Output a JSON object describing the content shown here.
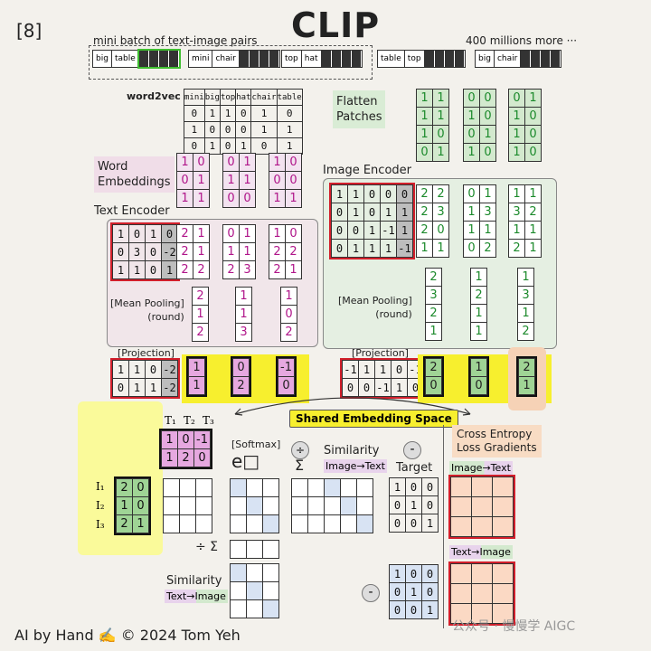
{
  "header": {
    "page_num": "[8]",
    "title": "CLIP"
  },
  "batch": {
    "label": "mini batch of text-image pairs",
    "more_label": "400 millions more ···",
    "pairs": [
      [
        "big",
        "table"
      ],
      [
        "mini",
        "chair"
      ],
      [
        "top",
        "hat"
      ],
      [
        "table",
        "top"
      ],
      [
        "big",
        "chair"
      ]
    ]
  },
  "word2vec": {
    "label": "word2vec",
    "words": [
      "mini",
      "big",
      "top",
      "hat",
      "chair",
      "table"
    ],
    "rows": [
      [
        "0",
        "1",
        "1",
        "0",
        "1",
        "0"
      ],
      [
        "1",
        "0",
        "0",
        "0",
        "1",
        "1"
      ],
      [
        "0",
        "1",
        "0",
        "1",
        "0",
        "1"
      ]
    ]
  },
  "flatten": {
    "label": "Flatten\nPatches",
    "patches": [
      [
        [
          "1",
          "1"
        ],
        [
          "1",
          "1"
        ],
        [
          "1",
          "0"
        ],
        [
          "0",
          "1"
        ]
      ],
      [
        [
          "0",
          "0"
        ],
        [
          "1",
          "0"
        ],
        [
          "0",
          "1"
        ],
        [
          "1",
          "0"
        ]
      ],
      [
        [
          "0",
          "1"
        ],
        [
          "1",
          "0"
        ],
        [
          "1",
          "0"
        ],
        [
          "1",
          "0"
        ]
      ]
    ]
  },
  "word_embeddings": {
    "label": "Word\nEmbeddings",
    "mats": [
      [
        [
          "1",
          "0"
        ],
        [
          "0",
          "1"
        ],
        [
          "1",
          "1"
        ]
      ],
      [
        [
          "0",
          "1"
        ],
        [
          "1",
          "1"
        ],
        [
          "0",
          "0"
        ]
      ],
      [
        [
          "1",
          "0"
        ],
        [
          "0",
          "0"
        ],
        [
          "1",
          "1"
        ]
      ]
    ]
  },
  "image_encoder": {
    "label": "Image Encoder",
    "weights": [
      [
        "1",
        "1",
        "0",
        "0",
        "0"
      ],
      [
        "0",
        "1",
        "0",
        "1",
        "1"
      ],
      [
        "0",
        "0",
        "1",
        "-1",
        "1"
      ],
      [
        "0",
        "1",
        "1",
        "1",
        "-1"
      ]
    ],
    "outputs": [
      [
        [
          "2",
          "2"
        ],
        [
          "2",
          "3"
        ],
        [
          "2",
          "0"
        ],
        [
          "1",
          "1"
        ]
      ],
      [
        [
          "0",
          "1"
        ],
        [
          "1",
          "3"
        ],
        [
          "1",
          "1"
        ],
        [
          "0",
          "2"
        ]
      ],
      [
        [
          "1",
          "1"
        ],
        [
          "3",
          "2"
        ],
        [
          "1",
          "1"
        ],
        [
          "2",
          "1"
        ]
      ]
    ],
    "pooling_label": "[Mean Pooling]\n(round)",
    "pooled": [
      [
        "2",
        "3",
        "2",
        "1"
      ],
      [
        "1",
        "2",
        "1",
        "1"
      ],
      [
        "1",
        "3",
        "1",
        "2"
      ]
    ]
  },
  "text_encoder": {
    "label": "Text Encoder",
    "weights": [
      [
        "1",
        "0",
        "1",
        "0"
      ],
      [
        "0",
        "3",
        "0",
        "-2"
      ],
      [
        "1",
        "1",
        "0",
        "1"
      ]
    ],
    "outputs": [
      [
        [
          "2",
          "1"
        ],
        [
          "2",
          "1"
        ],
        [
          "2",
          "2"
        ]
      ],
      [
        [
          "0",
          "1"
        ],
        [
          "1",
          "1"
        ],
        [
          "2",
          "3"
        ]
      ],
      [
        [
          "1",
          "0"
        ],
        [
          "2",
          "2"
        ],
        [
          "2",
          "1"
        ]
      ]
    ],
    "pooling_label": "[Mean Pooling]\n(round)",
    "pooled": [
      [
        "2",
        "1",
        "2"
      ],
      [
        "1",
        "1",
        "3"
      ],
      [
        "1",
        "0",
        "2"
      ]
    ]
  },
  "projection": {
    "label": "[Projection]",
    "text_w": [
      [
        "1",
        "1",
        "0",
        "-2"
      ],
      [
        "0",
        "1",
        "1",
        "-2"
      ]
    ],
    "image_w": [
      [
        "-1",
        "1",
        "1",
        "0",
        "-1"
      ],
      [
        "0",
        "0",
        "-1",
        "1",
        "0"
      ]
    ],
    "text_emb": [
      [
        "1",
        "1"
      ],
      [
        "0",
        "2"
      ],
      [
        "-1",
        "0"
      ]
    ],
    "image_emb": [
      [
        "2",
        "0"
      ],
      [
        "1",
        "0"
      ],
      [
        "2",
        "1"
      ]
    ],
    "ones": "1"
  },
  "shared": {
    "label": "Shared Embedding Space"
  },
  "T": {
    "headers": [
      "T₁",
      "T₂",
      "T₃"
    ],
    "rows": [
      [
        "1",
        "0",
        "-1"
      ],
      [
        "1",
        "2",
        "0"
      ]
    ]
  },
  "I": {
    "labels": [
      "I₁",
      "I₂",
      "I₃"
    ],
    "rows": [
      [
        "2",
        "0"
      ],
      [
        "1",
        "0"
      ],
      [
        "2",
        "1"
      ]
    ]
  },
  "ops": {
    "softmax": "[Softmax]",
    "exp": "e□",
    "div": "÷",
    "sum": "Σ",
    "div_sum": "÷ Σ",
    "minus": "-"
  },
  "similarity_i2t": {
    "title": "Similarity",
    "tag": "Image→Text"
  },
  "similarity_t2i": {
    "title": "Similarity",
    "tag": "Text→Image"
  },
  "target": {
    "label": "Target",
    "rows": [
      [
        "1",
        "0",
        "0"
      ],
      [
        "0",
        "1",
        "0"
      ],
      [
        "0",
        "0",
        "1"
      ]
    ]
  },
  "ce": {
    "label": "Cross Entropy\nLoss Gradients",
    "tag_i2t": "Image→Text",
    "tag_t2i": "Text→Image"
  },
  "footer": {
    "credit": "AI by Hand ✍️  ©  2024 Tom Yeh",
    "watermark": "公众号 · 慢慢学 AIGC"
  }
}
